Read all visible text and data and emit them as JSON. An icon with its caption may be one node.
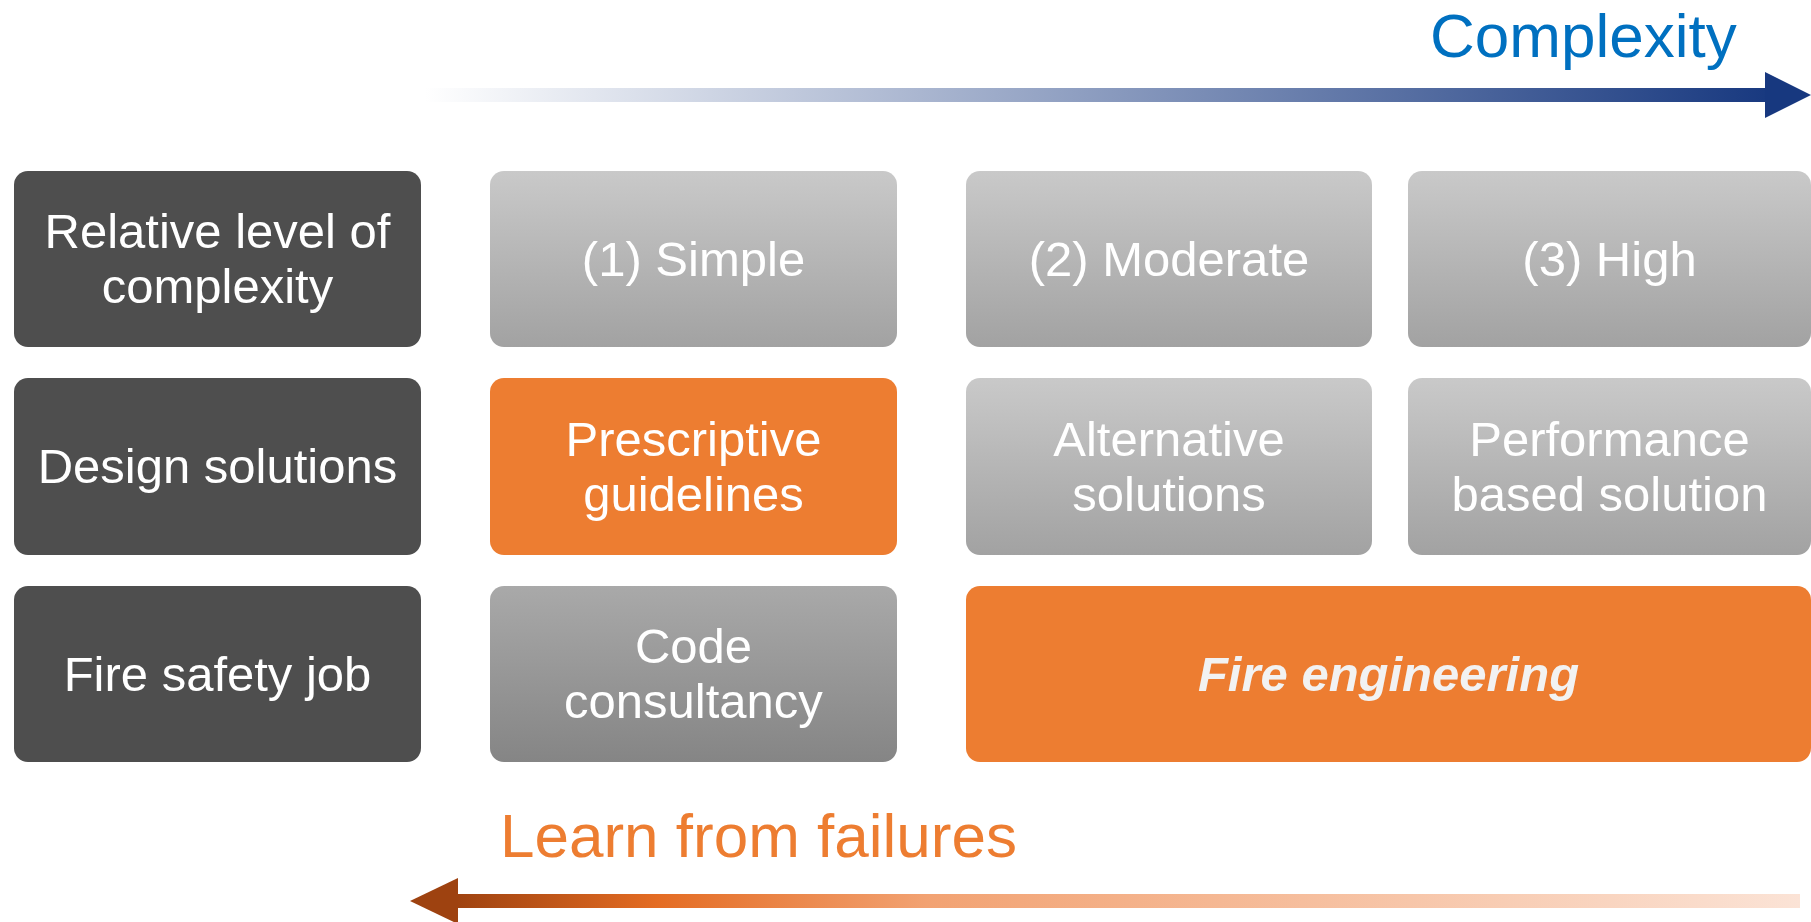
{
  "diagram": {
    "nodes": [
      {
        "text": [
          "Relative level of complexity"
        ]
      },
      {
        "text": [
          "(1) Simple"
        ]
      },
      {
        "text": [
          "(2) Moderate"
        ]
      },
      {
        "text": [
          "(3) High"
        ]
      },
      {
        "text": [
          "Design solutions"
        ]
      },
      {
        "text": [
          "Prescriptive guidelines"
        ]
      },
      {
        "text": [
          "Alternative solutions"
        ]
      },
      {
        "text": [
          "Performance based solution"
        ]
      },
      {
        "text": [
          "Fire safety job"
        ]
      },
      {
        "text": [
          "Code consultancy"
        ]
      },
      {
        "text": [
          "Fire engineering"
        ]
      }
    ],
    "labels": [
      "Complexity",
      "Learn from failures"
    ]
  }
}
